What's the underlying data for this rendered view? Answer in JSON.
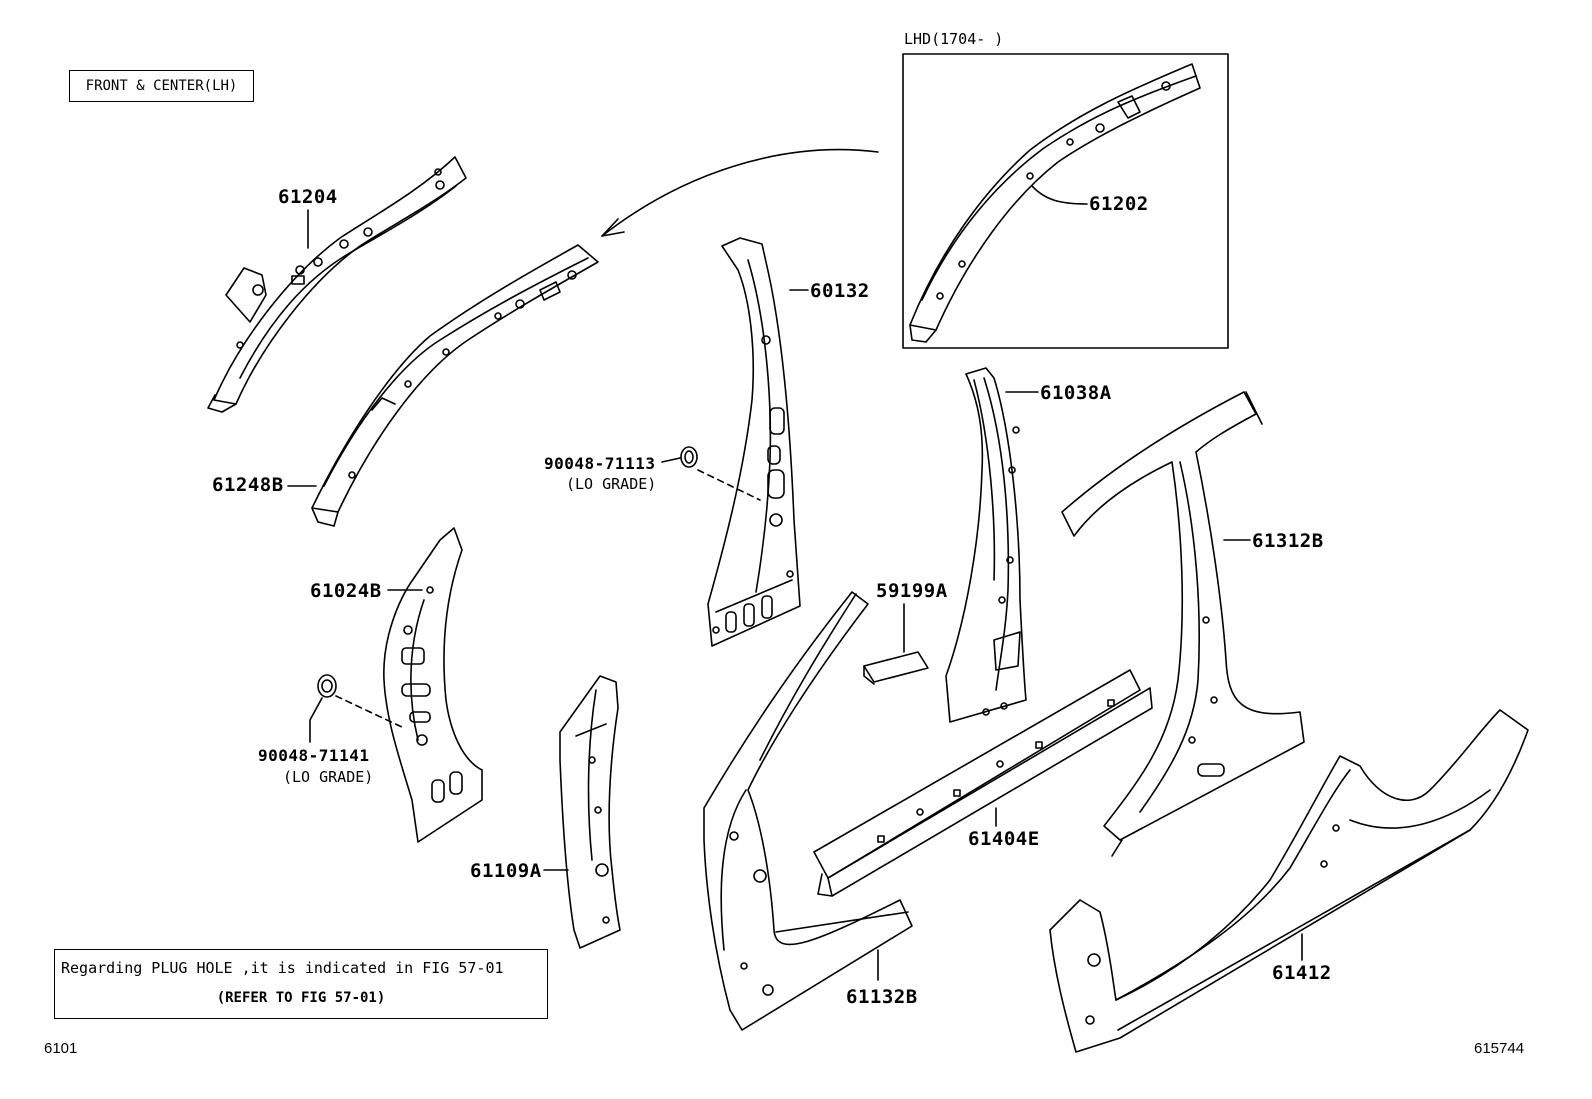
{
  "header": {
    "group_tag": "FRONT & CENTER(LH)"
  },
  "inset": {
    "title": "LHD(1704-      )"
  },
  "labels": {
    "p61204": "61204",
    "p61248b": "61248B",
    "p60132": "60132",
    "p61202": "61202",
    "p61038a": "61038A",
    "p61312b": "61312B",
    "p59199a": "59199A",
    "p61024b": "61024B",
    "p61109a": "61109A",
    "p61404e": "61404E",
    "p61132b": "61132B",
    "p61412": "61412",
    "p90048_71113": "90048-71113",
    "p90048_71141": "90048-71141",
    "lo_grade_a": "(LO GRADE)",
    "lo_grade_b": "(LO GRADE)"
  },
  "note": {
    "line1": "Regarding PLUG HOLE ,it is indicated in FIG 57-01",
    "line2": "(REFER TO FIG 57-01)"
  },
  "footer": {
    "left_code": "6101",
    "right_code": "615744"
  },
  "colors": {
    "line": "#000000",
    "background": "#ffffff"
  }
}
